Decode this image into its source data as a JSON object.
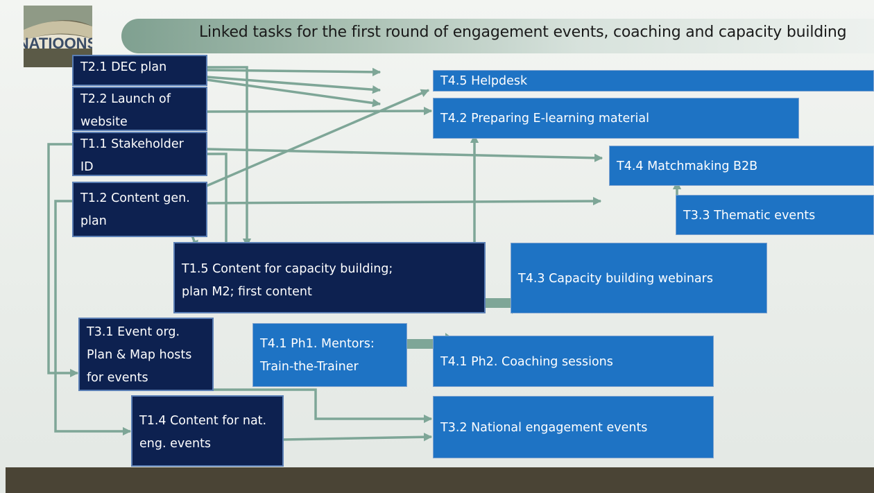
{
  "header": {
    "title": "Linked tasks for the first round of engagement events, coaching and capacity building",
    "logo_text": "NATIOONS"
  },
  "boxes": {
    "t2_1": [
      "T2.1 DEC plan"
    ],
    "t2_2": [
      "T2.2 Launch of",
      "website"
    ],
    "t1_1": [
      "T1.1 Stakeholder",
      "ID"
    ],
    "t1_2": [
      "T1.2 Content gen.",
      "plan"
    ],
    "t1_5": [
      "T1.5 Content for capacity building;",
      "plan M2; first content"
    ],
    "t3_1": [
      "T3.1 Event org.",
      "Plan & Map hosts",
      "for events"
    ],
    "t1_4": [
      "T1.4 Content for nat.",
      "eng. events"
    ],
    "t4_1_ph1": [
      "T4.1 Ph1. Mentors:",
      "Train-the-Trainer"
    ],
    "t4_5": [
      "T4.5 Helpdesk"
    ],
    "t4_2": [
      "T4.2 Preparing E-learning material"
    ],
    "t4_4": [
      "T4.4 Matchmaking B2B"
    ],
    "t3_3": [
      "T3.3 Thematic events"
    ],
    "t4_3": [
      "T4.3 Capacity building webinars"
    ],
    "t4_1_ph2": [
      "T4.1 Ph2. Coaching sessions"
    ],
    "t3_2": [
      "T3.2 National engagement events"
    ]
  },
  "colors": {
    "dark_box": "#0d2150",
    "blue_box": "#1e73c4",
    "arrow": "#7ea697",
    "footer": "#4a4435"
  }
}
